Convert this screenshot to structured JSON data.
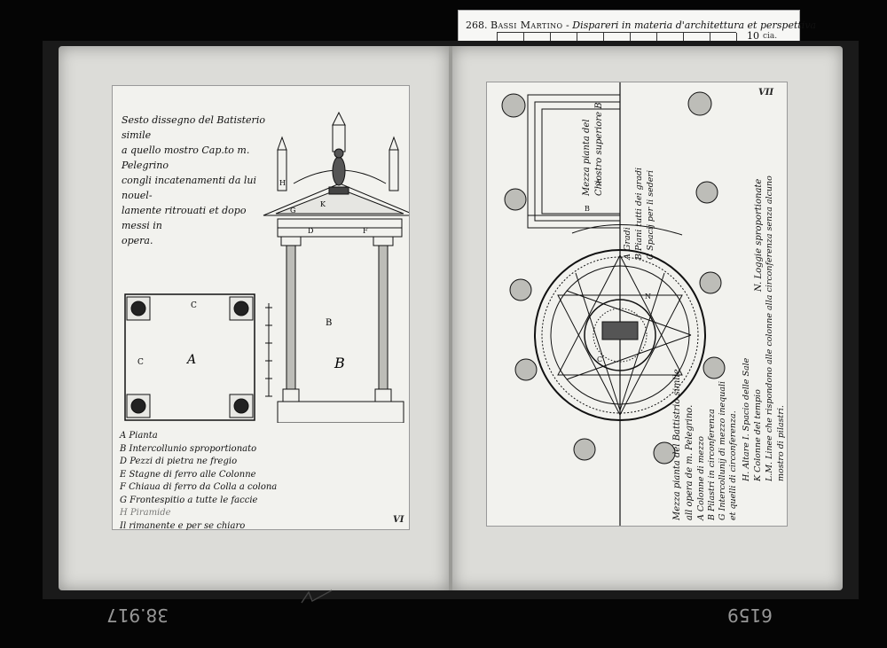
{
  "label": {
    "number": "268.",
    "author": "Bassi Martino",
    "separator": " - ",
    "title": "Dispareri in materia d'architettura et perspettiva",
    "ruler_mark": "10",
    "ruler_suffix": "cia."
  },
  "left_page": {
    "caption_lines": [
      "Sesto dissegno del Batisterio simile",
      "a quello mostro Cap.to m. Pelegrino",
      "congli incatenamenti da lui nouel-",
      "lamente ritrouati et dopo messi in",
      "opera."
    ],
    "plan_letters": {
      "center": "A",
      "side": "C"
    },
    "elevation_letters": {
      "bay": "B",
      "frieze": "D",
      "cap": "G",
      "pediment": "K",
      "spire": "H",
      "tie": "F"
    },
    "legend": [
      "A Pianta",
      "B Intercollunio sproportionato",
      "D Pezzi di pietra ne fregio",
      "E Stagne di ferro alle Colonne",
      "F Chiaua di ferro da Colla a colona",
      "G Frontespitio a tutte le faccie",
      "H Piramide",
      "Il rimanente e per se chiaro"
    ],
    "page_number": "VI"
  },
  "right_page": {
    "page_number": "VII",
    "inner_title": [
      "Mezza pianta del",
      "Chiostro superiore B"
    ],
    "legend_top": [
      "A Gradi",
      "B Piani tutti dei gradi",
      "C Spacij per li sederi"
    ],
    "legend_col1": [
      "Mezza pianta del Battistrio simile",
      "all opera de m. Pelegrino."
    ],
    "legend_col2": [
      "A Colonne di mezzo",
      "B Pilastri in circonferenza",
      "G Intercollunij di mezzo inequali",
      "et quelli di circonferenza."
    ],
    "legend_col3": [
      "H. Altare  I. Spacio delle Sale",
      "K Colonne del tempio",
      "L.M. Linee che rispondono alle colonne alla circonferenza senza alcuno",
      "mostro di pilastri."
    ],
    "legend_col4": [
      "N. Loggie sproportionate"
    ]
  },
  "handwritten_marks": {
    "bottom_left": "38.917",
    "bottom_right": "6159"
  },
  "colors": {
    "page": "#dcdcd8",
    "plate": "#f2f2ee",
    "ink": "#111111",
    "background": "#050505"
  }
}
